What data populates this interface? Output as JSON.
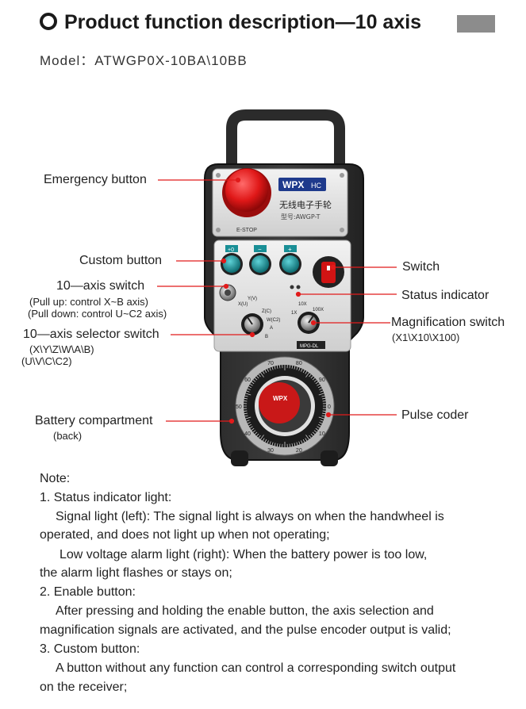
{
  "header": {
    "title": "Product function description—10 axis",
    "model": "Model：ATWGP0X-10BA\\10BB"
  },
  "device": {
    "brand": "WPX",
    "brand_suffix": "HC",
    "chinese_name": "无线电子手轮",
    "model_label": "型号:AWGP-T",
    "estop_label": "E-STOP",
    "custom_buttons": [
      "+0",
      "−",
      "+"
    ],
    "magnification_ticks": [
      "1X",
      "10X",
      "100X"
    ],
    "mpg_label": "MPG-DL",
    "axis_ticks": [
      "X(U)",
      "Y(V)",
      "Z(C)",
      "W(C2)",
      "A",
      "B"
    ],
    "dial_numbers": [
      "0",
      "10",
      "20",
      "30",
      "40",
      "50",
      "60",
      "70",
      "80",
      "90"
    ],
    "switch_color": "#d11414",
    "button_color": "#1a8f96"
  },
  "callouts": {
    "emergency": "Emergency button",
    "custom": "Custom button",
    "axis_switch": "10—axis switch",
    "axis_switch_sub1": "(Pull up: control X~B axis)",
    "axis_switch_sub2": "(Pull down: control U~C2 axis)",
    "selector": "10—axis selector switch",
    "selector_sub1": "(X\\Y\\Z\\W\\A\\B)",
    "selector_sub2": "(U\\V\\C\\C2)",
    "battery": "Battery compartment",
    "battery_sub": "(back)",
    "switch": "Switch",
    "status": "Status indicator",
    "magnification": "Magnification switch",
    "magnification_sub": "(X1\\X10\\X100)",
    "pulse": "Pulse coder"
  },
  "notes": {
    "heading": "Note:",
    "item1": "1. Status indicator light:",
    "item1_a": "Signal light (left): The signal light is always on when the handwheel is",
    "item1_b": "operated, and does not light up when not operating;",
    "item1_c": "Low voltage alarm light (right): When the battery power is too low,",
    "item1_d": "the alarm light flashes or stays on;",
    "item2": "2. Enable button:",
    "item2_a": "After pressing and holding the enable button, the axis selection and",
    "item2_b": "magnification signals are activated, and the pulse encoder output is valid;",
    "item3": "3. Custom button:",
    "item3_a": "A button without any function can control a corresponding switch output",
    "item3_b": "on the receiver;"
  },
  "colors": {
    "leader_line": "#e11b1b",
    "title_bar": "#8c8c8c"
  }
}
